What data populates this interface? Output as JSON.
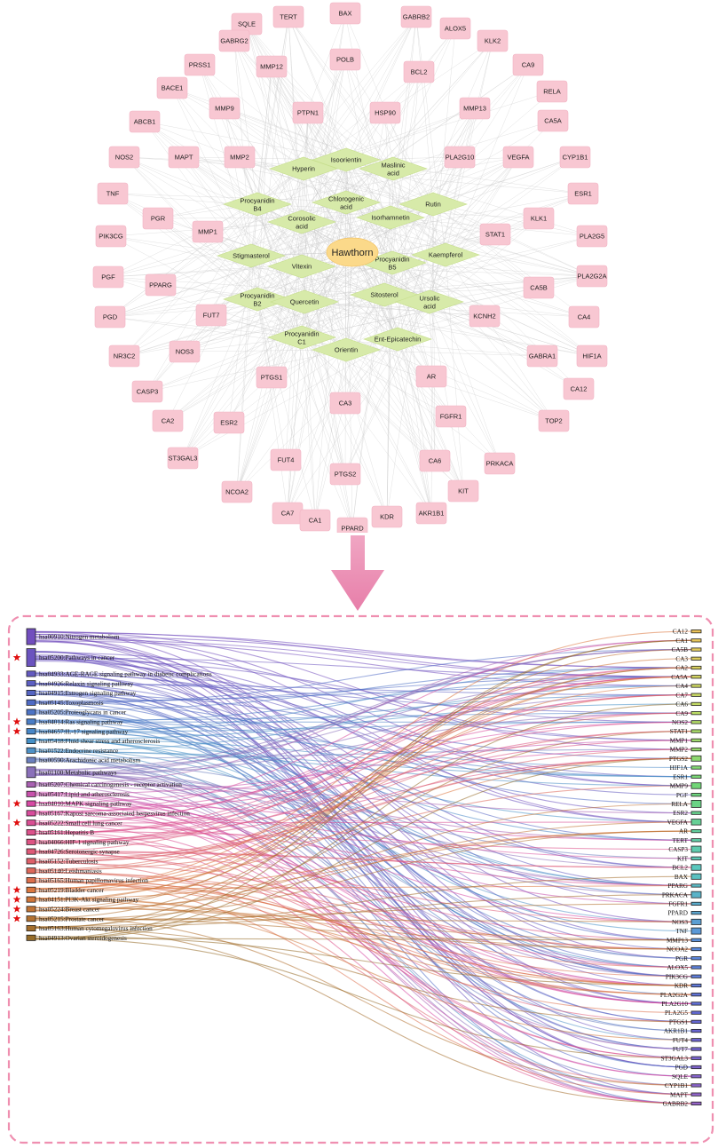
{
  "network": {
    "hub": "Hawthorn",
    "compounds": [
      {
        "label": "Hyperin"
      },
      {
        "label": "Isoorientin"
      },
      {
        "label": "Maslinic acid"
      },
      {
        "label": "Procyanidin B4"
      },
      {
        "label": "Chlorogenic acid"
      },
      {
        "label": "Rutin"
      },
      {
        "label": "Corosolic acid"
      },
      {
        "label": "Isorhamnetin"
      },
      {
        "label": "Stigmasterol"
      },
      {
        "label": "Vitexin"
      },
      {
        "label": "Procyanidin B5"
      },
      {
        "label": "Kaempferol"
      },
      {
        "label": "Procyanidin B2"
      },
      {
        "label": "Quercetin"
      },
      {
        "label": "Sitosterol"
      },
      {
        "label": "Ursolic acid"
      },
      {
        "label": "Procyanidin C1"
      },
      {
        "label": "Orientin"
      },
      {
        "label": "Ent-Epicatechin"
      }
    ],
    "targets": [
      {
        "label": "BAX"
      },
      {
        "label": "TERT"
      },
      {
        "label": "GABRB2"
      },
      {
        "label": "SQLE"
      },
      {
        "label": "ALOX5"
      },
      {
        "label": "GABRG2"
      },
      {
        "label": "KLK2"
      },
      {
        "label": "PRSS1"
      },
      {
        "label": "CA9"
      },
      {
        "label": "MMP12"
      },
      {
        "label": "POLB"
      },
      {
        "label": "BCL2"
      },
      {
        "label": "BACE1"
      },
      {
        "label": "RELA"
      },
      {
        "label": "MMP9"
      },
      {
        "label": "MMP13"
      },
      {
        "label": "ABCB1"
      },
      {
        "label": "PTPN1"
      },
      {
        "label": "HSP90"
      },
      {
        "label": "CA5A"
      },
      {
        "label": "NOS2"
      },
      {
        "label": "MAPT"
      },
      {
        "label": "MMP2"
      },
      {
        "label": "PLA2G10"
      },
      {
        "label": "VEGFA"
      },
      {
        "label": "CYP1B1"
      },
      {
        "label": "TNF"
      },
      {
        "label": "ESR1"
      },
      {
        "label": "PGR"
      },
      {
        "label": "KLK1"
      },
      {
        "label": "PIK3CG"
      },
      {
        "label": "MMP1"
      },
      {
        "label": "STAT1"
      },
      {
        "label": "PLA2G5"
      },
      {
        "label": "PGF"
      },
      {
        "label": "PPARG"
      },
      {
        "label": "PLA2G2A"
      },
      {
        "label": "CA5B"
      },
      {
        "label": "PGD"
      },
      {
        "label": "FUT7"
      },
      {
        "label": "KCNH2"
      },
      {
        "label": "CA4"
      },
      {
        "label": "NR3C2"
      },
      {
        "label": "NOS3"
      },
      {
        "label": "GABRA1"
      },
      {
        "label": "HIF1A"
      },
      {
        "label": "CASP3"
      },
      {
        "label": "PTGS1"
      },
      {
        "label": "AR"
      },
      {
        "label": "CA12"
      },
      {
        "label": "CA2"
      },
      {
        "label": "ESR2"
      },
      {
        "label": "CA3"
      },
      {
        "label": "FGFR1"
      },
      {
        "label": "TOP2"
      },
      {
        "label": "ST3GAL3"
      },
      {
        "label": "FUT4"
      },
      {
        "label": "CA6"
      },
      {
        "label": "PRKACA"
      },
      {
        "label": "NCOA2"
      },
      {
        "label": "PTGS2"
      },
      {
        "label": "KIT"
      },
      {
        "label": "CA7"
      },
      {
        "label": "AKR1B1"
      },
      {
        "label": "CA1"
      },
      {
        "label": "KDR"
      },
      {
        "label": "PPARD"
      }
    ]
  },
  "pathways": [
    {
      "label": "hsa00910:Nitrogen metabolism",
      "star": false
    },
    {
      "label": "hsa05200:Pathways in cancer",
      "star": true
    },
    {
      "label": "hsa04933:AGE-RAGE signaling pathway in diabetic complications",
      "star": false
    },
    {
      "label": "hsa04926:Relaxin signaling pathway",
      "star": false
    },
    {
      "label": "hsa04915:Estrogen signaling pathway",
      "star": false
    },
    {
      "label": "hsa05145:Toxoplasmosis",
      "star": false
    },
    {
      "label": "hsa05205:Proteoglycans in cancer",
      "star": false
    },
    {
      "label": "hsa04014:Ras signaling pathway",
      "star": true
    },
    {
      "label": "hsa04657:IL-17 signaling pathway",
      "star": true
    },
    {
      "label": "hsa05418:Fluid shear stress and atherosclerosis",
      "star": false
    },
    {
      "label": "hsa01522:Endocrine resistance",
      "star": false
    },
    {
      "label": "hsa00590:Arachidonic acid metabolism",
      "star": false
    },
    {
      "label": "hsa01100:Metabolic pathways",
      "star": false
    },
    {
      "label": "hsa05207:Chemical carcinogenesis - receptor activation",
      "star": false
    },
    {
      "label": "hsa05417:Lipid and atherosclerosis",
      "star": false
    },
    {
      "label": "hsa04010:MAPK signaling pathway",
      "star": true
    },
    {
      "label": "hsa05167:Kaposi sarcoma-associated herpesvirus infection",
      "star": false
    },
    {
      "label": "hsa05222:Small cell lung cancer",
      "star": true
    },
    {
      "label": "hsa05161:Hepatitis B",
      "star": false
    },
    {
      "label": "hsa04066:HIF-1 signaling pathway",
      "star": false
    },
    {
      "label": "hsa04726:Serotonergic synapse",
      "star": false
    },
    {
      "label": "hsa05152:Tuberculosis",
      "star": false
    },
    {
      "label": "hsa05140:Leishmaniasis",
      "star": false
    },
    {
      "label": "hsa05165:Human papillomavirus infection",
      "star": false
    },
    {
      "label": "hsa05219:Bladder cancer",
      "star": true
    },
    {
      "label": "hsa04151:PI3K-Akt signaling pathway",
      "star": true
    },
    {
      "label": "hsa05224:Breast cancer",
      "star": true
    },
    {
      "label": "hsa05215:Prostate cancer",
      "star": true
    },
    {
      "label": "hsa05163:Human cytomegalovirus infection",
      "star": false
    },
    {
      "label": "hsa04913:Ovarian steroidogenesis",
      "star": false
    }
  ],
  "genes": [
    "CA12",
    "CA1",
    "CA5B",
    "CA3",
    "CA2",
    "CA5A",
    "CA4",
    "CA7",
    "CA6",
    "CA9",
    "NOS2",
    "STAT1",
    "MMP1",
    "MMP2",
    "PTGS2",
    "HIF1A",
    "ESR1",
    "MMP9",
    "PGF",
    "RELA",
    "ESR2",
    "VEGFA",
    "AR",
    "TERT",
    "CASP3",
    "KIT",
    "BCL2",
    "BAX",
    "PPARG",
    "PRKACA",
    "FGFR1",
    "PPARD",
    "NOS3",
    "TNF",
    "MMP13",
    "NCOA2",
    "PGR",
    "ALOX5",
    "PIK3CG",
    "KDR",
    "PLA2G2A",
    "PLA2G10",
    "PLA2G5",
    "PTGS1",
    "AKR1B1",
    "FUT4",
    "FUT7",
    "ST3GAL3",
    "PGD",
    "SQLE",
    "CYP1B1",
    "MAPT",
    "GABRB2"
  ],
  "colors": {
    "target_fill": "#f8c7d2",
    "compound_fill": "#d7eaa9",
    "hub_fill": "#fbd98a",
    "arrow": "#e88bb0",
    "frame": "#ef8fb0",
    "star": "#e01010"
  }
}
